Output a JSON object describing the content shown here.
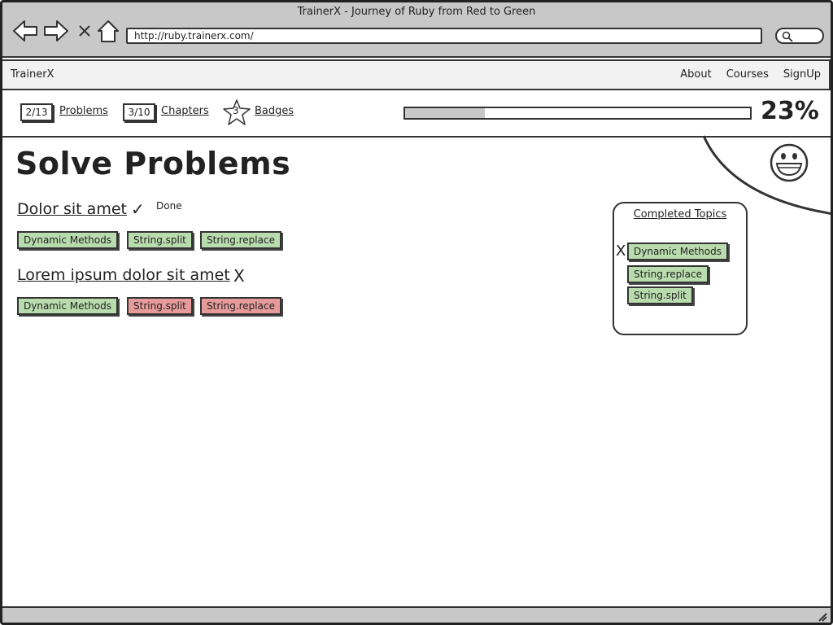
{
  "window": {
    "title": "TrainerX - Journey of Ruby from Red to Green",
    "url": "http://ruby.trainerx.com/"
  },
  "appnav": {
    "brand": "TrainerX",
    "links": [
      "About",
      "Courses",
      "SignUp"
    ]
  },
  "progress": {
    "problems_count": "2/13",
    "problems_label": "Problems",
    "chapters_count": "3/10",
    "chapters_label": "Chapters",
    "badges_count": "3",
    "badges_label": "Badges",
    "fill_fraction": 0.23,
    "percent_label": "23%"
  },
  "main": {
    "title": "Solve Problems",
    "problems": [
      {
        "name": "Dolor sit amet",
        "status_icon": "check-icon",
        "status_symbol": "✓",
        "status_label": "Done",
        "tags": [
          {
            "label": "Dynamic Methods",
            "state": "green"
          },
          {
            "label": "String.split",
            "state": "green"
          },
          {
            "label": "String.replace",
            "state": "green"
          }
        ]
      },
      {
        "name": "Lorem ipsum dolor sit amet",
        "status_icon": "cross-icon",
        "status_symbol": "X",
        "tags": [
          {
            "label": "Dynamic Methods",
            "state": "green"
          },
          {
            "label": "String.split",
            "state": "red"
          },
          {
            "label": "String.replace",
            "state": "red"
          }
        ]
      }
    ]
  },
  "completed_topics": {
    "title": "Completed Topics",
    "close_symbol": "X",
    "items": [
      "Dynamic Methods",
      "String.replace",
      "String.split"
    ]
  },
  "colors": {
    "tag_green": "#b9dcae",
    "tag_red": "#e79a9a",
    "chrome": "#c8c8c8"
  }
}
